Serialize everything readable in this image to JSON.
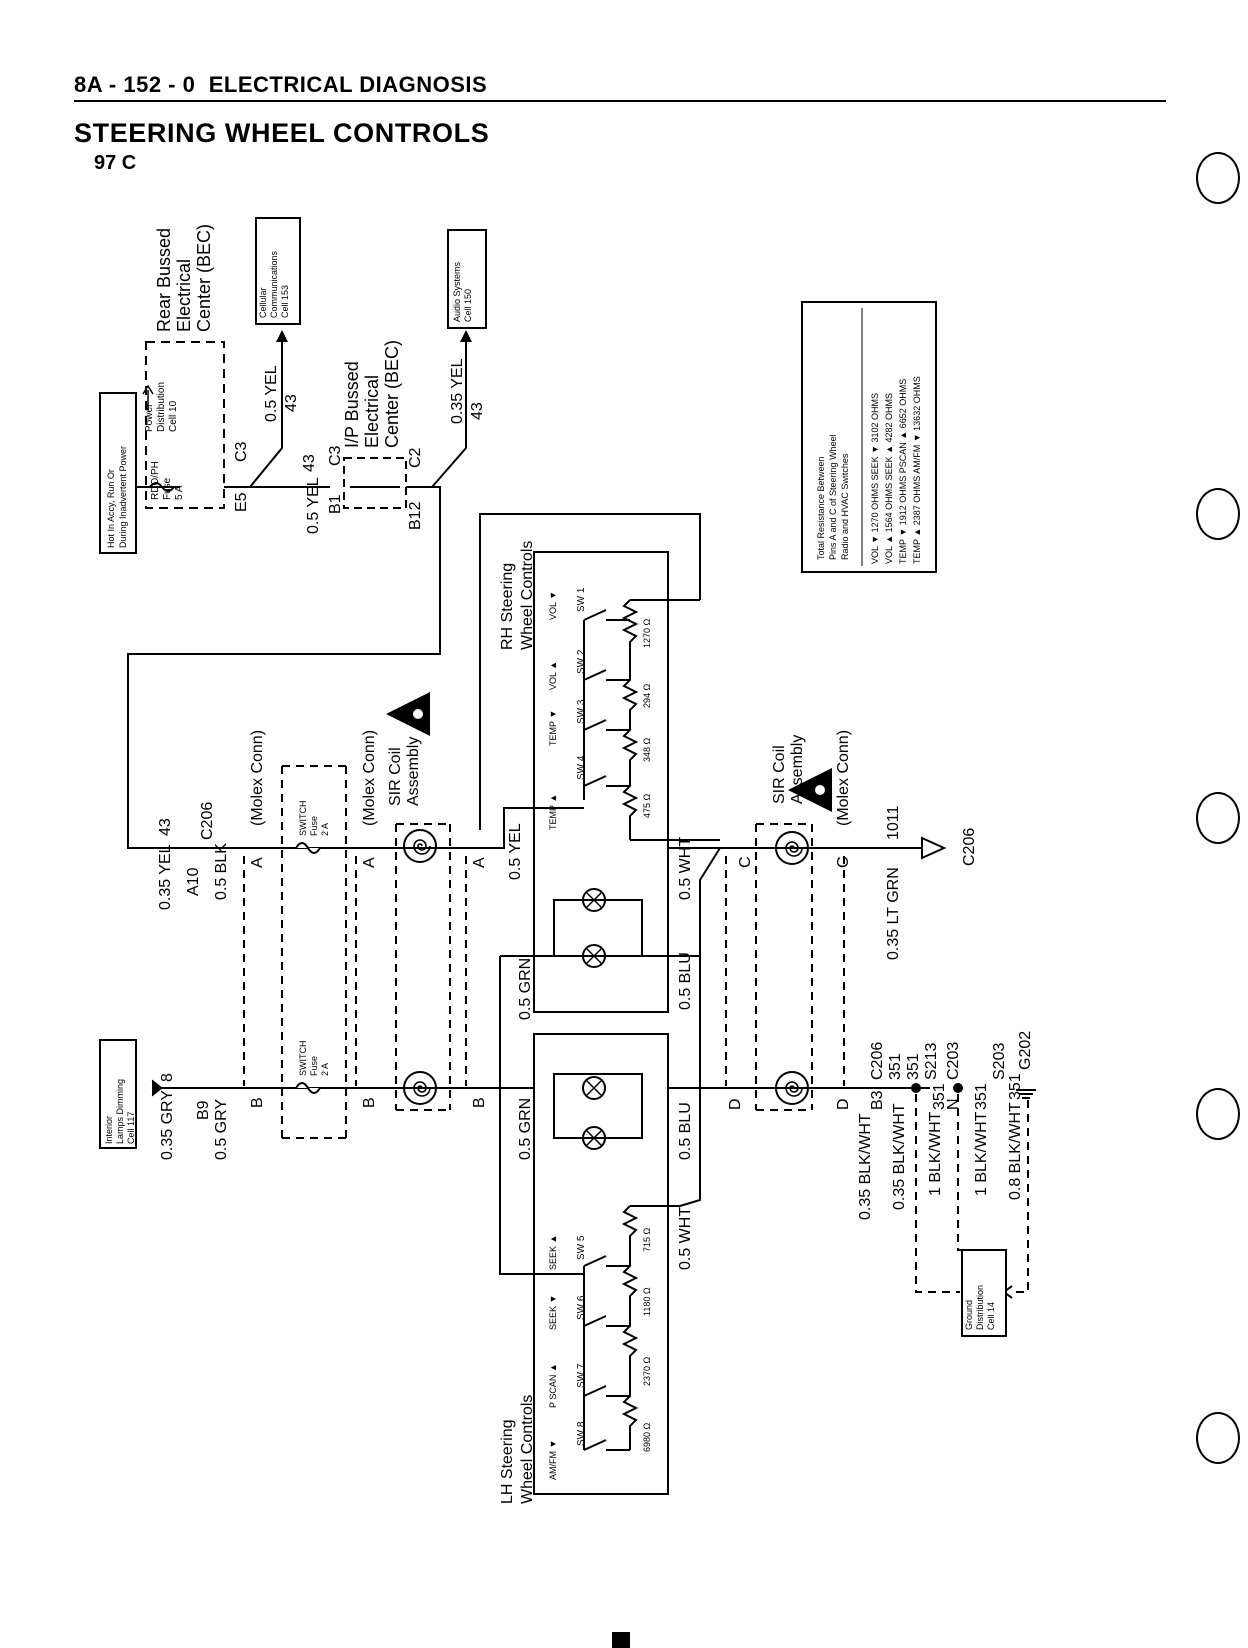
{
  "header": {
    "section": "8A - 152 - 0",
    "section_title": "ELECTRICAL DIAGNOSIS"
  },
  "page": {
    "title": "STEERING WHEEL CONTROLS",
    "model": "97 C"
  },
  "boxes": {
    "hot_in": {
      "l1": "Hot In Accy, Run Or",
      "l2": "During Inadvertent Power"
    },
    "cellular": {
      "l1": "Cellular",
      "l2": "Communications",
      "l3": "Cell 153"
    },
    "audio": {
      "l1": "Audio Systems",
      "l2": "Cell 150"
    },
    "interior": {
      "l1": "Interior",
      "l2": "Lamps Dimming",
      "l3": "Cell 117"
    },
    "ground_dist": {
      "l1": "Ground",
      "l2": "Distribution",
      "l3": "Cell 14"
    }
  },
  "rear_bec": {
    "l1": "Rear Bussed",
    "l2": "Electrical",
    "l3": "Center (BEC)",
    "fuse": "RDO/PH",
    "fuse_l2": "Fuse",
    "fuse_amp": "5 A",
    "power1": "Power",
    "power2": "Distribution",
    "power3": "Cell 10",
    "conn_e5": "E5",
    "conn_c3": "C3"
  },
  "ip_bec": {
    "l1": "I/P Bussed",
    "l2": "Electrical",
    "l3": "Center (BEC)",
    "conn_b1": "B1",
    "conn_c3": "C3",
    "conn_b12": "B12",
    "conn_c2": "C2"
  },
  "resistance_table": {
    "title1": "Total Resistance Between",
    "title2": "Pins A and C of Steering Wheel",
    "title3": "Radio and HVAC Switches",
    "rows": [
      "VOL ▼ 1270 OHMS     SEEK ▼ 3102 OHMS",
      "VOL ▲ 1564 OHMS     SEEK ▲ 4282 OHMS",
      "TEMP ▼ 1912 OHMS   PSCAN ▲ 6652 OHMS",
      "TEMP ▲ 2387 OHMS   AM/FM ▼ 13632 OHMS"
    ]
  },
  "wires": {
    "w_05yel_43a": "0.5 YEL",
    "w_43a": "43",
    "w_05yel_b1": "0.5 YEL",
    "w_43b": "43",
    "w_035yel_43": "0.35 YEL",
    "w_43c": "43",
    "w_035yel_left": "0.35 YEL",
    "w_43d": "43",
    "a10": "A10",
    "c206": "C206",
    "w_05blk": "0.5 BLK",
    "molex_a": "A",
    "molex_conn": "(Molex Conn)",
    "sir_coil": "SIR Coil",
    "assembly": "Assembly",
    "w_05yel_mid": "0.5 YEL",
    "w_05grn_top": "0.5 GRN",
    "w_05wht_top": "0.5 WHT",
    "w_05blu_top": "0.5 BLU",
    "w_05grn_bot": "0.5 GRN",
    "w_05blu_bot": "0.5 BLU",
    "w_05wht_bot": "0.5 WHT",
    "w_035ltgrn": "0.35 LT GRN",
    "ckt_1011": "1011",
    "c206_ground": "C206",
    "w_035gry": "0.35 GRY",
    "ckt_8": "8",
    "b9": "B9",
    "w_05gry": "0.5 GRY",
    "pin_b": "B",
    "pin_c": "C",
    "pin_d": "D",
    "switch": "SWITCH",
    "fuse_label": "Fuse",
    "fuse_2a": "2 A",
    "w_035blkwht_a": "0.35 BLK/WHT",
    "b3": "B3",
    "w_035blkwht_b": "0.35 BLK/WHT",
    "ckt_351a": "351",
    "s213": "S213",
    "w_1blkwht_a": "1 BLK/WHT",
    "ckt_351b": "351",
    "n": "N",
    "c203": "C203",
    "w_1blkwht_b": "1 BLK/WHT",
    "ckt_351c": "351",
    "s203": "S203",
    "w_08blkwht": "0.8 BLK/WHT",
    "ckt_351d": "351",
    "g202": "G202",
    "ckt_351_top": "351"
  },
  "rh_controls": {
    "l1": "RH Steering",
    "l2": "Wheel Controls",
    "switches": [
      "SW 1",
      "SW 2",
      "SW 3",
      "SW 4"
    ],
    "labels": [
      "VOL ▼",
      "VOL ▲",
      "TEMP ▼",
      "TEMP ▲"
    ],
    "resistors": [
      "1270 Ω",
      "294 Ω",
      "348 Ω",
      "475 Ω"
    ]
  },
  "lh_controls": {
    "l1": "LH Steering",
    "l2": "Wheel Controls",
    "switches": [
      "SW 5",
      "SW 6",
      "SW 7",
      "SW 8"
    ],
    "labels": [
      "SEEK ▲",
      "SEEK ▼",
      "P SCAN ▲",
      "AM/FM ▼"
    ],
    "resistors": [
      "715 Ω",
      "1180 Ω",
      "2370 Ω",
      "6980 Ω"
    ]
  }
}
